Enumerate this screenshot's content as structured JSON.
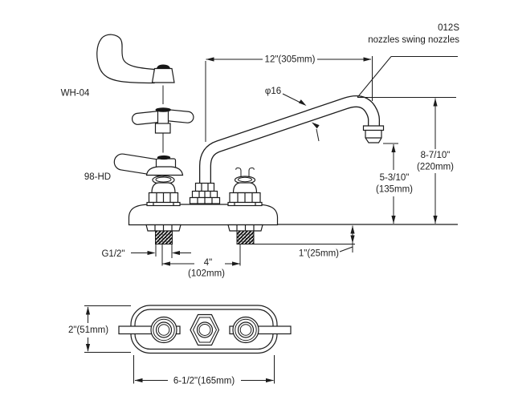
{
  "drawing": {
    "side_view": {
      "labels": {
        "blade_handle": "WH-04",
        "lever_handle": "98-HD",
        "spout_note_line1": "012S",
        "spout_note_line2": "nozzles swing nozzles",
        "spout_diameter": "φ16",
        "shank_thread": "G1/2\""
      },
      "dimensions": {
        "spout_reach": "12\"(305mm)",
        "total_height_in": "8-7/10\"",
        "total_height_mm": "(220mm)",
        "spout_clearance_in": "5-3/10\"",
        "spout_clearance_mm": "(135mm)",
        "faucet_centers_in": "4\"",
        "faucet_centers_mm": "(102mm)",
        "shank_length": "1\"(25mm)"
      }
    },
    "top_view": {
      "dimensions": {
        "base_depth": "2\"(51mm)",
        "base_width": "6-1/2\"(165mm)"
      }
    }
  }
}
